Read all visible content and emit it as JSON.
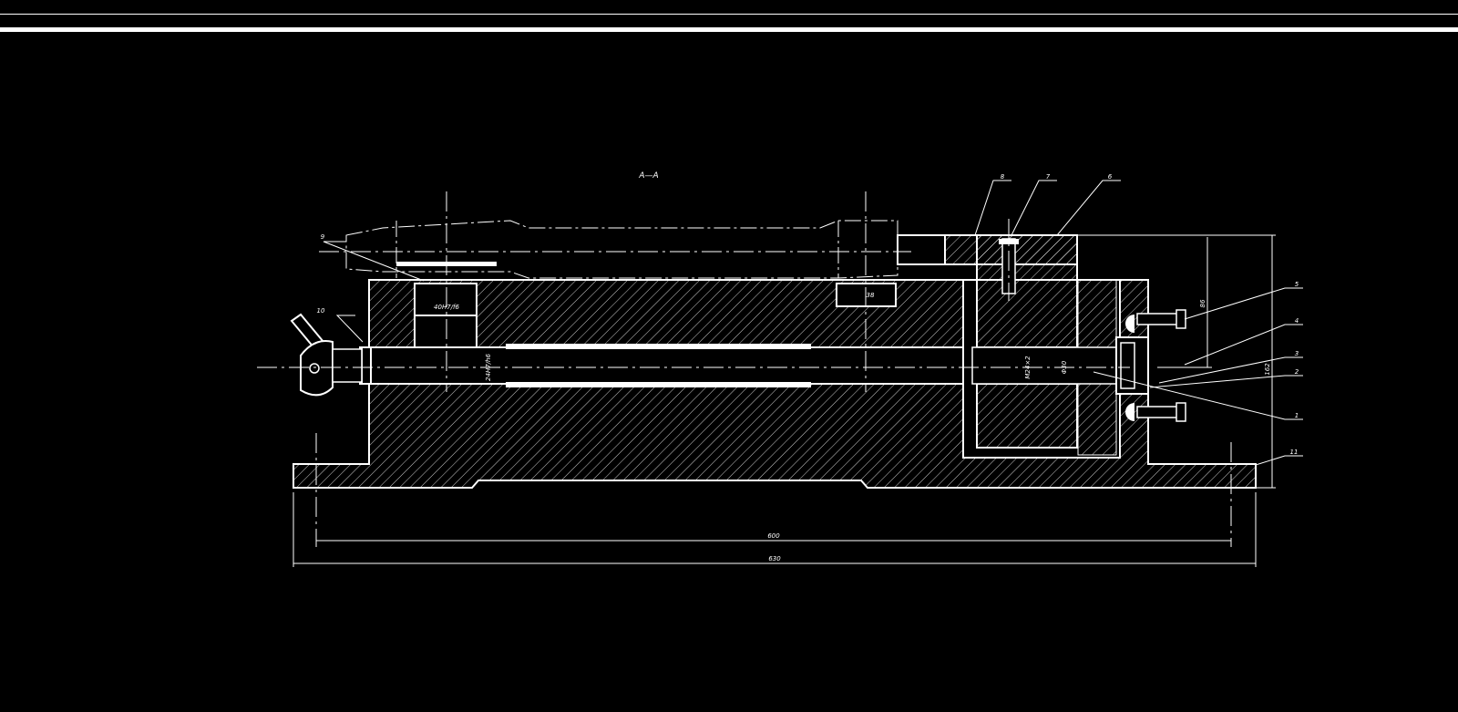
{
  "drawing": {
    "section_title": "A—A",
    "dimensions": {
      "fit_40": "40H7/f6",
      "dim_38": "38",
      "fit_24": "24H7/h6",
      "thread": "M24×2",
      "dia_30": "Φ30",
      "height_86": "86",
      "height_162": "162",
      "length_600": "600",
      "length_630": "630"
    },
    "balloons": {
      "b1": "1",
      "b2": "2",
      "b3": "3",
      "b4": "4",
      "b5": "5",
      "b6": "6",
      "b7": "7",
      "b8": "8",
      "b9": "9",
      "b10": "10",
      "b11": "11"
    }
  },
  "colors": {
    "background": "#000000",
    "lines": "#ffffff"
  }
}
